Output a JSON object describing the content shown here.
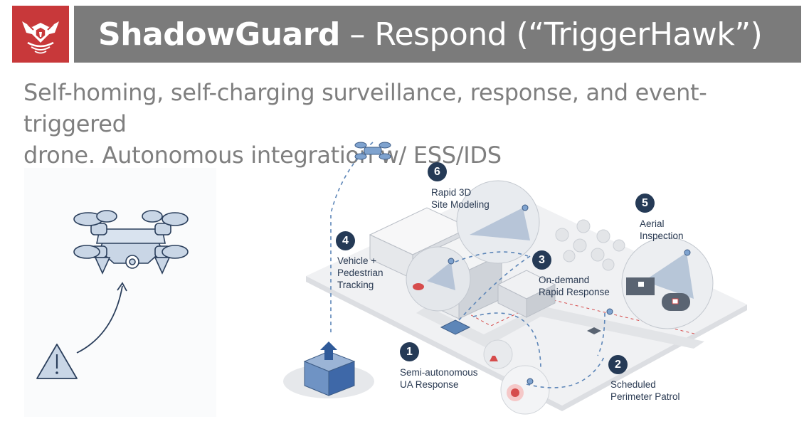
{
  "header": {
    "brand": "ShadowGuard",
    "title_rest": " – Respond (“TriggerHawk”)"
  },
  "subtitle": {
    "line1": "Self-homing, self-charging surveillance, response, and event-triggered",
    "line2": "drone. Autonomous integration w/ ESS/IDS"
  },
  "steps": [
    {
      "number": "1",
      "line1": "Semi-autonomous",
      "line2": "UA Response"
    },
    {
      "number": "2",
      "line1": "Scheduled",
      "line2": "Perimeter Patrol"
    },
    {
      "number": "3",
      "line1": "On-demand",
      "line2": "Rapid Response"
    },
    {
      "number": "4",
      "line1": "Vehicle +",
      "line2": "Pedestrian",
      "line3": "Tracking"
    },
    {
      "number": "5",
      "line1": "Aerial",
      "line2": "Inspection"
    },
    {
      "number": "6",
      "line1": "Rapid 3D",
      "line2": "Site Modeling"
    }
  ],
  "icons": {
    "logo": "eagle-shield-icon",
    "drone": "quadcopter-drone-icon",
    "warning": "warning-triangle-icon",
    "launch_box": "drone-box-icon"
  },
  "colors": {
    "logo_red": "#c8383a",
    "title_bar": "#7b7b7b",
    "subtitle_text": "#7f7f7f",
    "badge_navy": "#253a56",
    "drone_fill": "#c9d6e6",
    "route_blue": "#5d86b8"
  }
}
